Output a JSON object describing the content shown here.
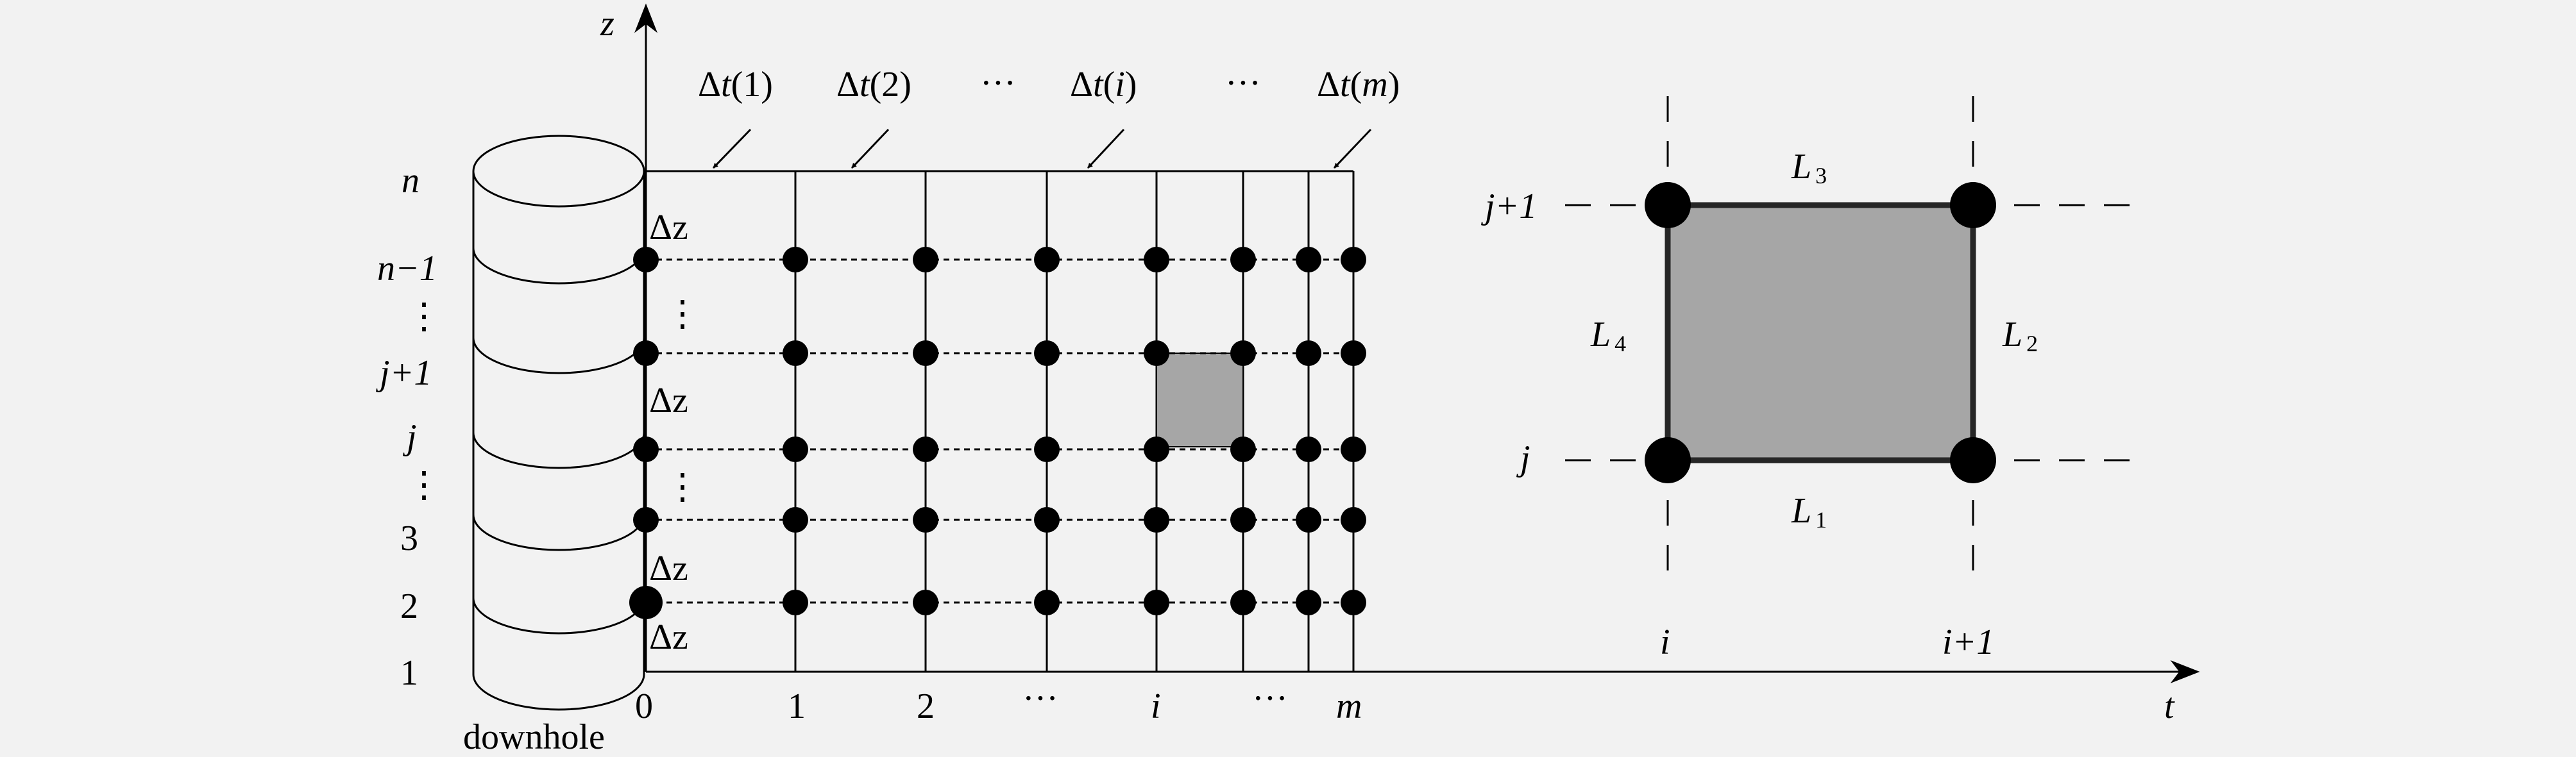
{
  "axes": {
    "z_label": "z",
    "t_label": "t"
  },
  "grid": {
    "time_steps": [
      {
        "prefix": "Δ",
        "var": "t",
        "arg": "1"
      },
      {
        "prefix": "Δ",
        "var": "t",
        "arg": "2"
      },
      {
        "prefix": "Δ",
        "var": "t",
        "arg": "i"
      },
      {
        "prefix": "Δ",
        "var": "t",
        "arg": "m"
      }
    ],
    "time_ellipsis": "···",
    "delta_z": "Δz",
    "vertical_ellipsis": "⋮",
    "x_ticks": [
      "0",
      "1",
      "2",
      "···",
      "i",
      "···",
      "m"
    ],
    "wellbore_label": "downhole",
    "depth_labels": {
      "n": "n",
      "n_minus_1": "n−1",
      "j_plus_1": "j+1",
      "j": "j",
      "three": "3",
      "two": "2",
      "one": "1"
    }
  },
  "cell": {
    "j_plus_1": "j+1",
    "j": "j",
    "i": "i",
    "i_plus_1": "i+1",
    "edges": {
      "L1": {
        "letter": "L",
        "index": "1"
      },
      "L2": {
        "letter": "L",
        "index": "2"
      },
      "L3": {
        "letter": "L",
        "index": "3"
      },
      "L4": {
        "letter": "L",
        "index": "4"
      }
    }
  },
  "colors": {
    "line": "#000000",
    "shade": "#a6a6a6",
    "background": "#f2f2f2"
  }
}
